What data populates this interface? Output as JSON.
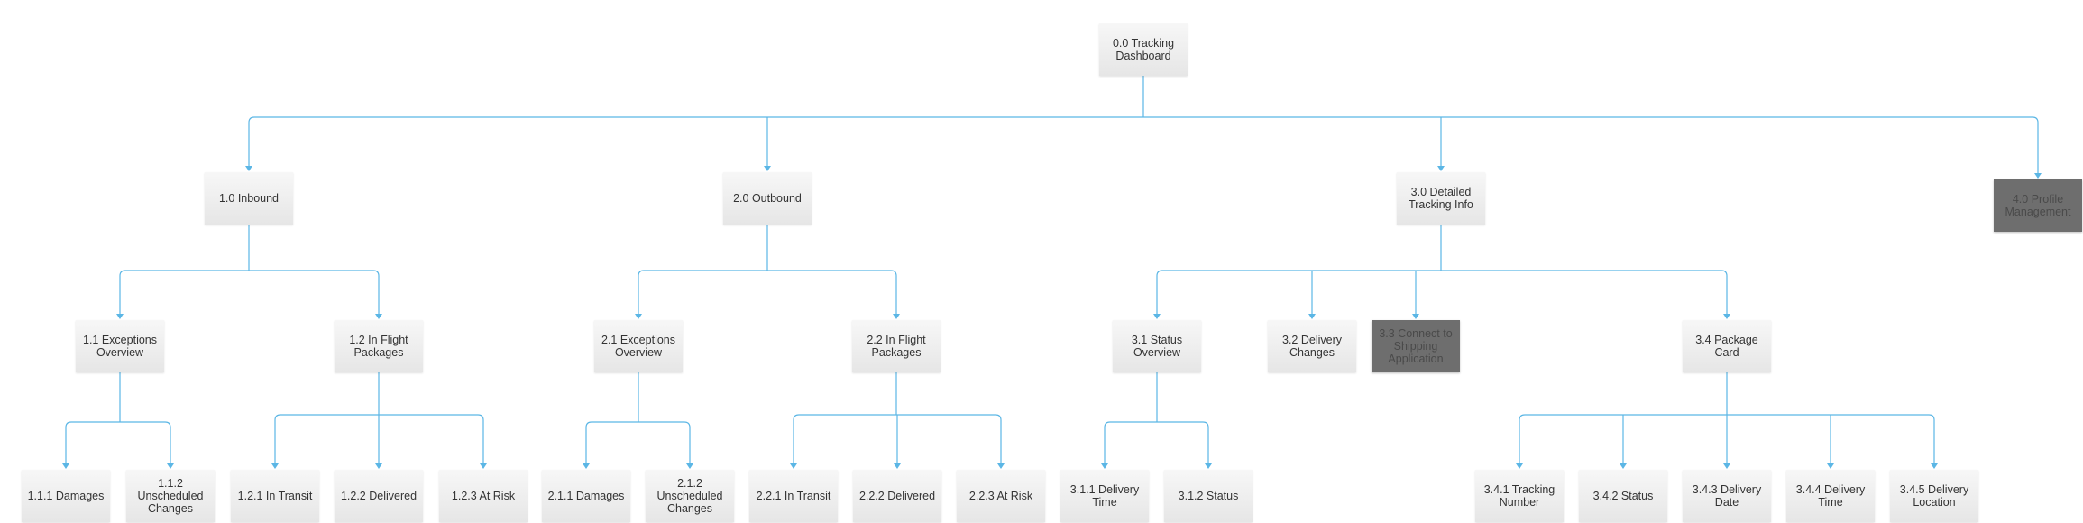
{
  "title": "",
  "colors": {
    "connector": "#5bb6e5",
    "node_bg": "#ededed",
    "node_text": "#333333",
    "disabled_bg": "#6e6e6e",
    "disabled_text": "#4a4a4a"
  },
  "nodes": [
    {
      "id": "n0",
      "label": "0.0 Tracking Dashboard",
      "parent": null,
      "disabled": false
    },
    {
      "id": "n1",
      "label": "1.0 Inbound",
      "parent": "n0",
      "disabled": false
    },
    {
      "id": "n11",
      "label": "1.1 Exceptions Overview",
      "parent": "n1",
      "disabled": false
    },
    {
      "id": "n111",
      "label": "1.1.1 Damages",
      "parent": "n11",
      "disabled": false
    },
    {
      "id": "n112",
      "label": "1.1.2 Unscheduled Changes",
      "parent": "n11",
      "disabled": false
    },
    {
      "id": "n12",
      "label": "1.2 In Flight Packages",
      "parent": "n1",
      "disabled": false
    },
    {
      "id": "n121",
      "label": "1.2.1 In Transit",
      "parent": "n12",
      "disabled": false
    },
    {
      "id": "n122",
      "label": "1.2.2 Delivered",
      "parent": "n12",
      "disabled": false
    },
    {
      "id": "n123",
      "label": "1.2.3 At Risk",
      "parent": "n12",
      "disabled": false
    },
    {
      "id": "n2",
      "label": "2.0 Outbound",
      "parent": "n0",
      "disabled": false
    },
    {
      "id": "n21",
      "label": "2.1 Exceptions Overview",
      "parent": "n2",
      "disabled": false
    },
    {
      "id": "n211",
      "label": "2.1.1 Damages",
      "parent": "n21",
      "disabled": false
    },
    {
      "id": "n212",
      "label": "2.1.2 Unscheduled Changes",
      "parent": "n21",
      "disabled": false
    },
    {
      "id": "n22",
      "label": "2.2 In Flight Packages",
      "parent": "n2",
      "disabled": false
    },
    {
      "id": "n221",
      "label": "2.2.1 In Transit",
      "parent": "n22",
      "disabled": false
    },
    {
      "id": "n222",
      "label": "2.2.2 Delivered",
      "parent": "n22",
      "disabled": false
    },
    {
      "id": "n223",
      "label": "2.2.3 At Risk",
      "parent": "n22",
      "disabled": false
    },
    {
      "id": "n3",
      "label": "3.0 Detailed Tracking Info",
      "parent": "n0",
      "disabled": false
    },
    {
      "id": "n31",
      "label": "3.1 Status Overview",
      "parent": "n3",
      "disabled": false
    },
    {
      "id": "n311",
      "label": "3.1.1 Delivery Time",
      "parent": "n31",
      "disabled": false
    },
    {
      "id": "n312",
      "label": "3.1.2 Status",
      "parent": "n31",
      "disabled": false
    },
    {
      "id": "n32",
      "label": "3.2 Delivery Changes",
      "parent": "n3",
      "disabled": false
    },
    {
      "id": "n33",
      "label": "3.3 Connect to Shipping Application",
      "parent": "n3",
      "disabled": true
    },
    {
      "id": "n34",
      "label": "3.4 Package Card",
      "parent": "n3",
      "disabled": false
    },
    {
      "id": "n341",
      "label": "3.4.1 Tracking Number",
      "parent": "n34",
      "disabled": false
    },
    {
      "id": "n342",
      "label": "3.4.2 Status",
      "parent": "n34",
      "disabled": false
    },
    {
      "id": "n343",
      "label": "3.4.3 Delivery Date",
      "parent": "n34",
      "disabled": false
    },
    {
      "id": "n344",
      "label": "3.4.4 Delivery Time",
      "parent": "n34",
      "disabled": false
    },
    {
      "id": "n345",
      "label": "3.4.5 Delivery Location",
      "parent": "n34",
      "disabled": false
    },
    {
      "id": "n4",
      "label": "4.0 Profile Management",
      "parent": "n0",
      "disabled": true
    }
  ]
}
